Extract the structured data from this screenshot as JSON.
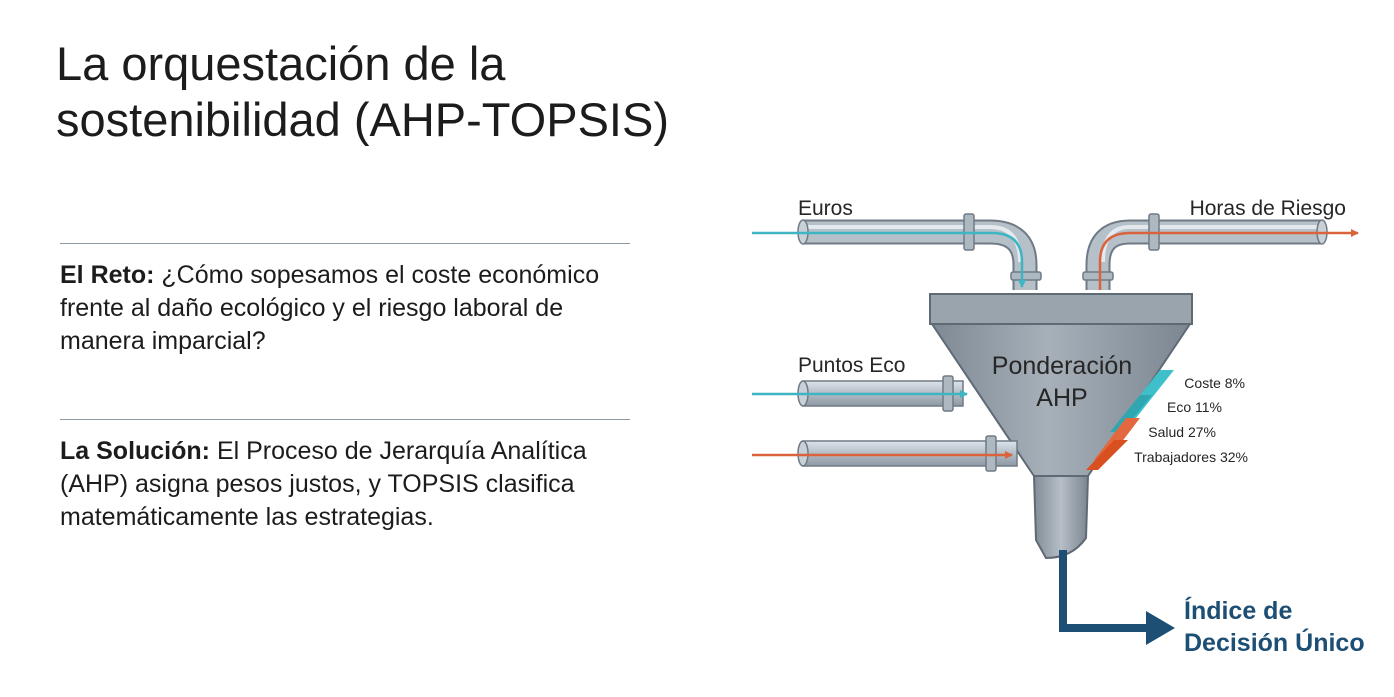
{
  "title": {
    "line1": "La orquestación de la",
    "line2": "sostenibilidad (AHP-TOPSIS)"
  },
  "challenge": {
    "lead": "El Reto:",
    "text": " ¿Cómo sopesamos el coste económico frente al daño ecológico y el riesgo laboral de manera imparcial?"
  },
  "solution": {
    "lead": "La Solución:",
    "text": " El Proceso de Jerarquía Analítica (AHP) asigna pesos justos, y TOPSIS clasifica matemáticamente las estrategias."
  },
  "diagram": {
    "inputs": {
      "euros": "Euros",
      "horas": "Horas de Riesgo",
      "puntos": "Puntos Eco"
    },
    "funnel": {
      "line1": "Ponderación",
      "line2": "AHP"
    },
    "weights": [
      {
        "label": "Coste 8%",
        "color": "#3fbfc9"
      },
      {
        "label": "Eco 11%",
        "color": "#2fa6b0"
      },
      {
        "label": "Salud 27%",
        "color": "#e4683f"
      },
      {
        "label": "Trabajadores 32%",
        "color": "#d8501f"
      }
    ],
    "output": {
      "line1": "Índice de",
      "line2": "Decisión Único"
    },
    "colors": {
      "teal": "#3fb5c3",
      "orange": "#d9633c",
      "navy": "#1d4e74",
      "pipe": "#b3bdc7",
      "funnel": "#8c97a1"
    }
  }
}
